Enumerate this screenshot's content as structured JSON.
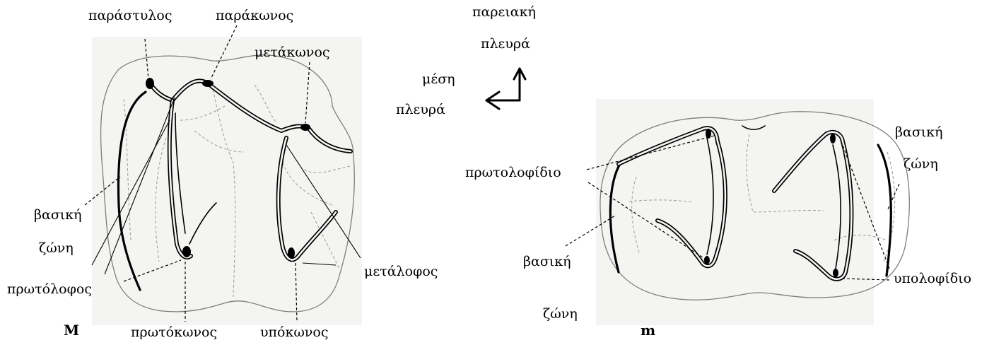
{
  "upper_molar": {
    "tag": "M",
    "labels": {
      "parastyle": "παράστυλος",
      "paracone": "παράκωνος",
      "metacone": "μετάκωνος",
      "cingulum_line1": "βασική",
      "cingulum_line2": "ζώνη",
      "protoloph": "πρωτόλοφος",
      "protocone": "πρωτόκωνος",
      "hypocone": "υπόκωνος",
      "metaloph": "μετάλοφος"
    }
  },
  "orientation": {
    "buccal_line1": "παρειακή",
    "buccal_line2": "πλευρά",
    "mesial_line1": "μέση",
    "mesial_line2": "πλευρά"
  },
  "lower_molar": {
    "tag": "m",
    "labels": {
      "cingulum_right_line1": "βασική",
      "cingulum_right_line2": "ζώνη",
      "protolophid": "πρωτολοφίδιο",
      "cingulum_left_line1": "βασική",
      "cingulum_left_line2": "ζώνη",
      "hypolophid": "υπολοφίδιο"
    }
  }
}
